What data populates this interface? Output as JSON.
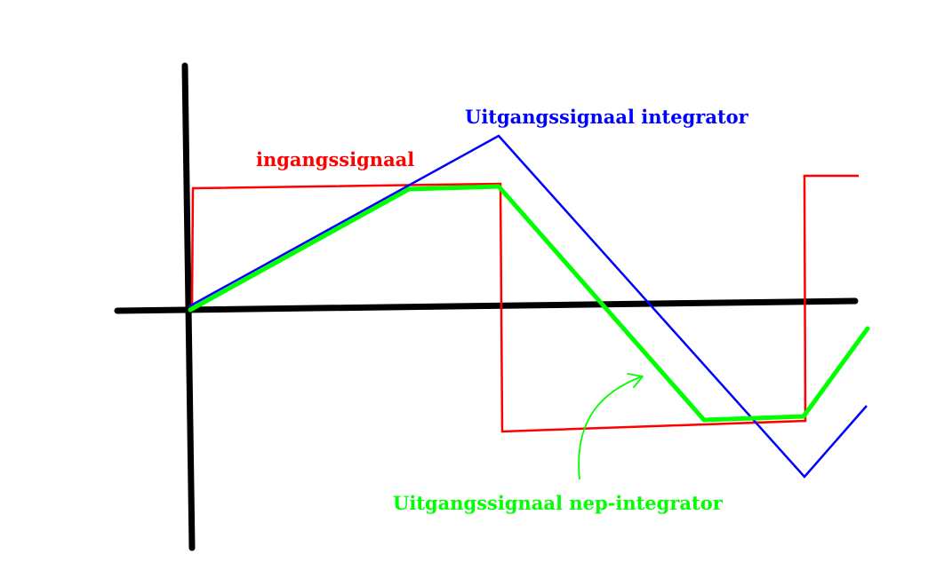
{
  "colors": {
    "axes": "#000000",
    "input": "#ff0000",
    "integrator": "#0000ff",
    "fake_integrator": "#00ff00",
    "background": "#ffffff"
  },
  "labels": {
    "input": "ingangssignaal",
    "integrator": "Uitgangssignaal integrator",
    "fake_integrator": "Uitgangssignaal nep-integrator"
  }
}
